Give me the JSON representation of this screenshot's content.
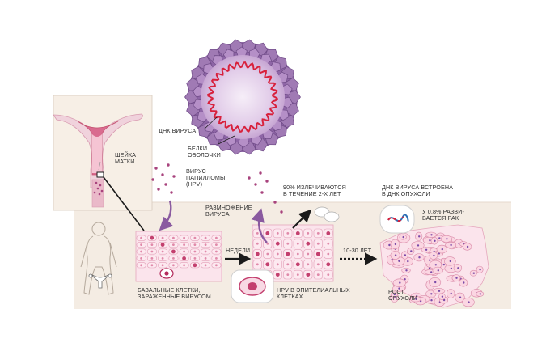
{
  "labels": {
    "virus_dna": "ДНК ВИРУСА",
    "capsid_proteins": "БЕЛКИ\nОБОЛОЧКИ",
    "cervix": "ШЕЙКА\nМАТКИ",
    "hpv_virus": "ВИРУС\nПАПИЛЛОМЫ\n(HPV)",
    "replication": "РАЗМНОЖЕНИЕ\nВИРУСА",
    "clearance": "90% ИЗЛЕЧИВАЮТСЯ\nВ ТЕЧЕНИЕ 2-Х ЛЕТ",
    "integration": "ДНК ВИРУСА ВСТРОЕНА\nВ ДНК ОПУХОЛИ",
    "cancer_rate": "У 0,8% РАЗВИ-\nВАЕТСЯ РАК",
    "weeks": "НЕДЕЛИ",
    "years": "10-30 ЛЕТ",
    "basal_cells": "БАЗАЛЬНЫЕ КЛЕТКИ,\nЗАРАЖЕННЫЕ ВИРУСОМ",
    "epithelial": "HPV В ЭПИТЕЛИАЛЬНЫХ\nКЛЕТКАХ",
    "tumor_growth": "РОСТ\nОПУХОЛИ"
  },
  "colors": {
    "panel": "#f4ece3",
    "virus": "#a07ab4",
    "virus_dark": "#6e4a86",
    "dna": "#d8213c",
    "tissue_pink": "#e9a6bd",
    "arrow_purple": "#8a5aa0",
    "text": "#2f2f2f"
  },
  "icons": [
    "virus-icon",
    "uterus-icon",
    "woman-silhouette-icon",
    "cell-icon",
    "arrow-icon"
  ]
}
